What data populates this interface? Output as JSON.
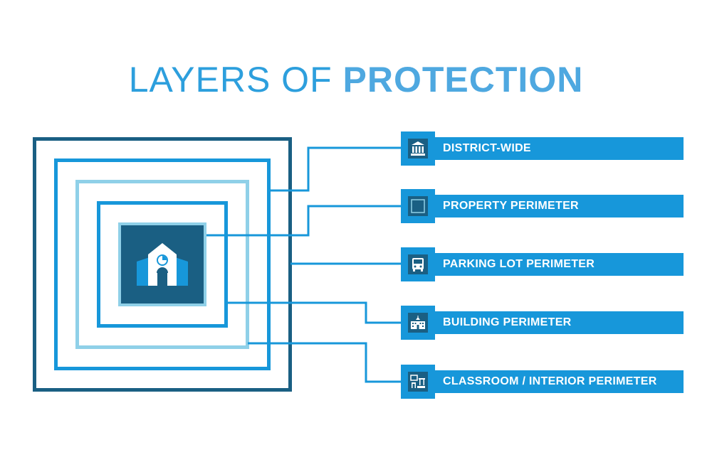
{
  "title": {
    "light": "LAYERS OF ",
    "bold": "PROTECTION"
  },
  "colors": {
    "dark_navy": "#1a5f83",
    "bright_blue": "#1797da",
    "light_blue": "#8fd0e8",
    "white": "#ffffff"
  },
  "layers": [
    {
      "label": "DISTRICT-WIDE",
      "icon": "government-building-icon"
    },
    {
      "label": "PROPERTY PERIMETER",
      "icon": "square-outline-icon"
    },
    {
      "label": "PARKING LOT PERIMETER",
      "icon": "school-bus-icon"
    },
    {
      "label": "BUILDING PERIMETER",
      "icon": "school-building-icon"
    },
    {
      "label": "CLASSROOM / INTERIOR PERIMETER",
      "icon": "classroom-desk-icon"
    }
  ],
  "center_icon": "school-house-icon"
}
